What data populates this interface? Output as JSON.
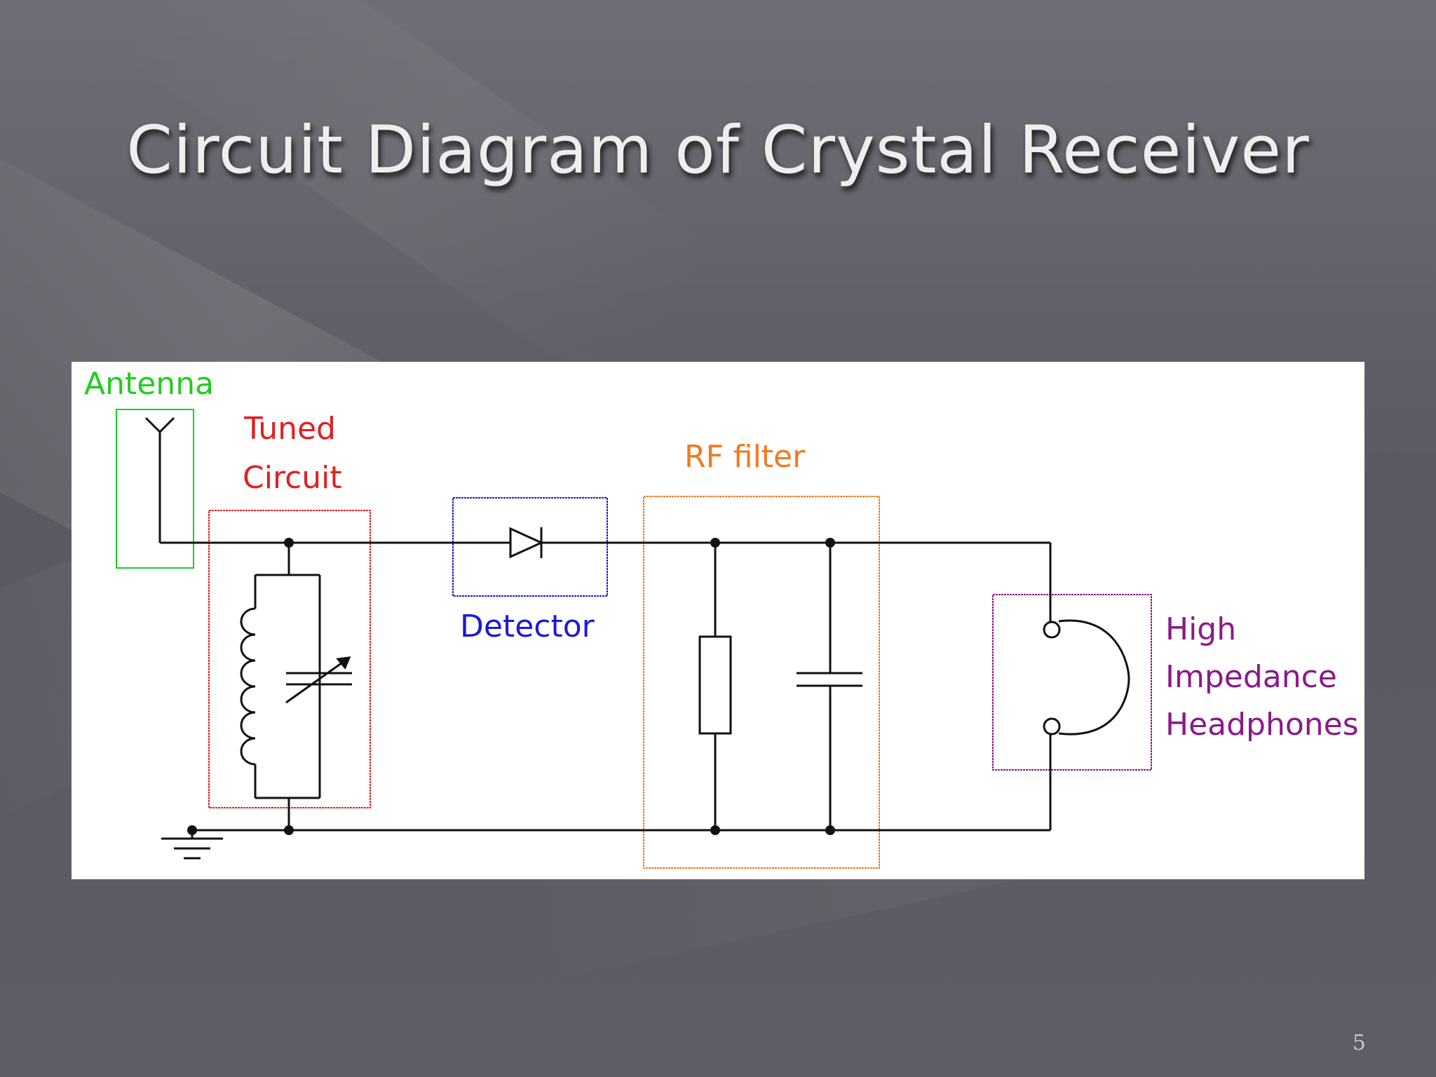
{
  "slide": {
    "title": "Circuit Diagram of Crystal Receiver",
    "page_number": "5"
  },
  "diagram": {
    "blocks": [
      {
        "id": "antenna",
        "label": "Antenna",
        "color": "#22cc22"
      },
      {
        "id": "tuned",
        "label_lines": [
          "Tuned",
          "Circuit"
        ],
        "color": "#e02020"
      },
      {
        "id": "detector",
        "label": "Detector",
        "color": "#1a1ad8"
      },
      {
        "id": "rf",
        "label": "RF filter",
        "color": "#f07a20"
      },
      {
        "id": "headphones",
        "label_lines": [
          "High",
          "Impedance",
          "Headphones"
        ],
        "color": "#8a1a8a"
      }
    ],
    "wire_color": "#111111"
  }
}
